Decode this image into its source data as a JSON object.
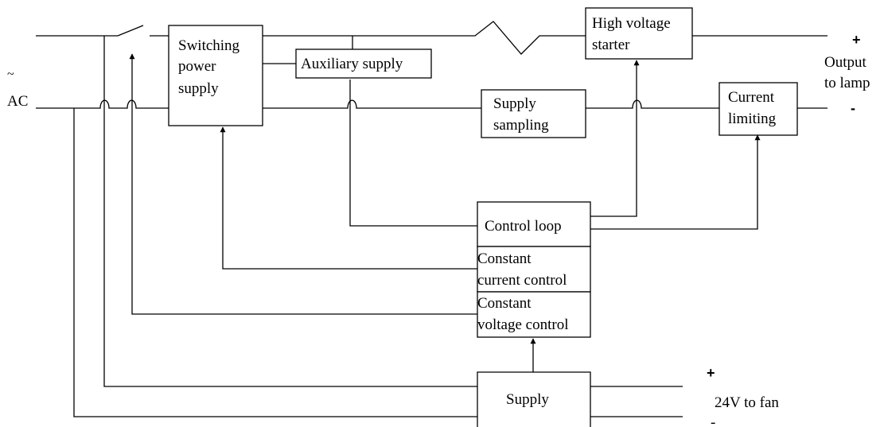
{
  "blocks": {
    "switching_power_supply": [
      "Switching",
      "power",
      "supply"
    ],
    "auxiliary_supply": [
      "Auxiliary supply"
    ],
    "high_voltage_starter": [
      "High voltage",
      "starter"
    ],
    "supply_sampling": [
      "Supply",
      "sampling"
    ],
    "current_limiting": [
      "Current",
      "limiting"
    ],
    "control_loop": [
      "Control loop"
    ],
    "constant_current_control": [
      "Constant",
      "current control"
    ],
    "constant_voltage_control": [
      "Constant",
      "voltage control"
    ],
    "supply": [
      "Supply"
    ]
  },
  "labels": {
    "ac_tilde": "~",
    "ac": "AC",
    "output_plus": "+",
    "output_lamp": [
      "Output",
      "to lamp"
    ],
    "output_minus": "-",
    "fan_plus": "+",
    "fan_label": "24V to fan",
    "fan_minus": "-"
  }
}
